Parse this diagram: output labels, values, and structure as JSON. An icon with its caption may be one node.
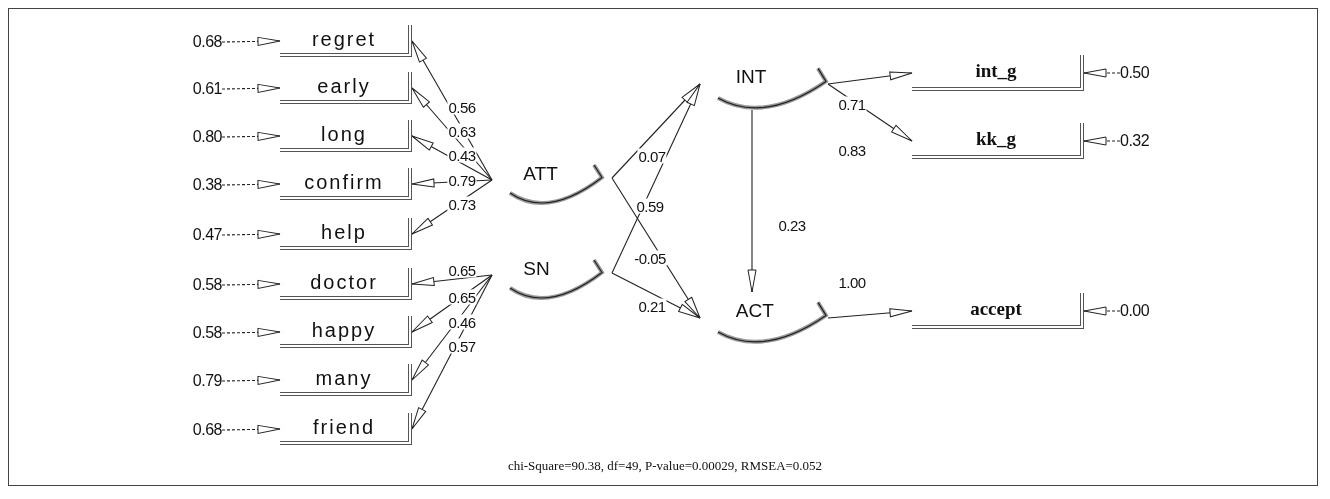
{
  "diagram": {
    "caption": "chi-Square=90.38, df=49, P-value=0.00029, RMSEA=0.052",
    "nodes": [
      {
        "text": [
          "0.68"
        ]
      },
      {
        "text": [
          "0.61"
        ]
      },
      {
        "text": [
          "0.80"
        ]
      },
      {
        "text": [
          "0.38"
        ]
      },
      {
        "text": [
          "0.47"
        ]
      },
      {
        "text": [
          "0.58"
        ]
      },
      {
        "text": [
          "0.58"
        ]
      },
      {
        "text": [
          "0.79"
        ]
      },
      {
        "text": [
          "0.68"
        ]
      },
      {
        "text": [
          "regret"
        ]
      },
      {
        "text": [
          "early"
        ]
      },
      {
        "text": [
          "long"
        ]
      },
      {
        "text": [
          "confirm"
        ]
      },
      {
        "text": [
          "help"
        ]
      },
      {
        "text": [
          "doctor"
        ]
      },
      {
        "text": [
          "happy"
        ]
      },
      {
        "text": [
          "many"
        ]
      },
      {
        "text": [
          "friend"
        ]
      },
      {
        "text": [
          "ATT"
        ]
      },
      {
        "text": [
          "SN"
        ]
      },
      {
        "text": [
          "INT"
        ]
      },
      {
        "text": [
          "ACT"
        ]
      },
      {
        "text": [
          "int_g"
        ]
      },
      {
        "text": [
          "kk_g"
        ]
      },
      {
        "text": [
          "accept"
        ]
      },
      {
        "text": [
          "0.50"
        ]
      },
      {
        "text": [
          "0.32"
        ]
      },
      {
        "text": [
          "0.00"
        ]
      }
    ],
    "edges": [
      {
        "from": 0,
        "to": 9,
        "arrow": "to",
        "style": "dashed"
      },
      {
        "from": 1,
        "to": 10,
        "arrow": "to",
        "style": "dashed"
      },
      {
        "from": 2,
        "to": 11,
        "arrow": "to",
        "style": "dashed"
      },
      {
        "from": 3,
        "to": 12,
        "arrow": "to",
        "style": "dashed"
      },
      {
        "from": 4,
        "to": 13,
        "arrow": "to",
        "style": "dashed"
      },
      {
        "from": 5,
        "to": 14,
        "arrow": "to",
        "style": "dashed"
      },
      {
        "from": 6,
        "to": 15,
        "arrow": "to",
        "style": "dashed"
      },
      {
        "from": 7,
        "to": 16,
        "arrow": "to",
        "style": "dashed"
      },
      {
        "from": 8,
        "to": 17,
        "arrow": "to",
        "style": "dashed"
      },
      {
        "from": 18,
        "to": 9,
        "arrow": "to",
        "label": "0.56"
      },
      {
        "from": 18,
        "to": 10,
        "arrow": "to",
        "label": "0.63"
      },
      {
        "from": 18,
        "to": 11,
        "arrow": "to",
        "label": "0.43"
      },
      {
        "from": 18,
        "to": 12,
        "arrow": "to",
        "label": "0.79"
      },
      {
        "from": 18,
        "to": 13,
        "arrow": "to",
        "label": "0.73"
      },
      {
        "from": 19,
        "to": 14,
        "arrow": "to",
        "label": "0.65"
      },
      {
        "from": 19,
        "to": 15,
        "arrow": "to",
        "label": "0.65"
      },
      {
        "from": 19,
        "to": 16,
        "arrow": "to",
        "label": "0.46"
      },
      {
        "from": 19,
        "to": 17,
        "arrow": "to",
        "label": "0.57"
      },
      {
        "from": 18,
        "to": 20,
        "arrow": "to",
        "label": "0.07"
      },
      {
        "from": 19,
        "to": 20,
        "arrow": "to",
        "label": "0.59"
      },
      {
        "from": 18,
        "to": 21,
        "arrow": "to",
        "label": "-0.05"
      },
      {
        "from": 19,
        "to": 21,
        "arrow": "to",
        "label": "0.21"
      },
      {
        "from": 20,
        "to": 22,
        "arrow": "to",
        "label": "0.71"
      },
      {
        "from": 20,
        "to": 23,
        "arrow": "to",
        "label": "0.83"
      },
      {
        "from": 20,
        "to": 21,
        "arrow": "to",
        "label": "0.23"
      },
      {
        "from": 21,
        "to": 24,
        "arrow": "to",
        "label": "1.00"
      },
      {
        "from": 25,
        "to": 22,
        "arrow": "to",
        "style": "dashed"
      },
      {
        "from": 26,
        "to": 23,
        "arrow": "to",
        "style": "dashed"
      },
      {
        "from": 27,
        "to": 24,
        "arrow": "to",
        "style": "dashed"
      }
    ]
  }
}
